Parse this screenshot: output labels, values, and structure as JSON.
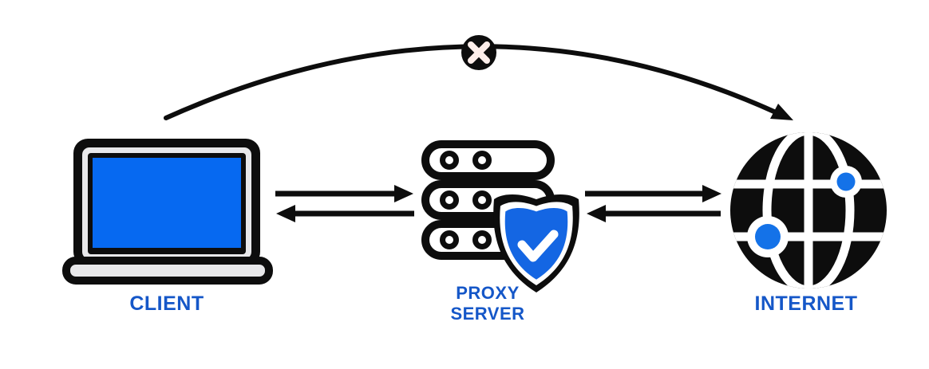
{
  "labels": {
    "client": "CLIENT",
    "proxy_line1": "PROXY",
    "proxy_line2": "SERVER",
    "internet": "INTERNET"
  },
  "icons": {
    "client": "laptop-icon",
    "proxy": "server-stack-icon",
    "proxy_badge": "shield-check-icon",
    "internet": "globe-icon",
    "blocked": "blocked-x-icon"
  },
  "connections": [
    {
      "from": "client",
      "to": "proxy server",
      "arrows": "bidirectional",
      "style": "straight-double-arrow"
    },
    {
      "from": "proxy server",
      "to": "internet",
      "arrows": "bidirectional",
      "style": "straight-double-arrow"
    },
    {
      "from": "client",
      "to": "internet",
      "arrows": "one-way",
      "style": "curved-arc",
      "status": "blocked",
      "marker": "x-in-circle"
    }
  ],
  "colors": {
    "outline": "#0d0d0d",
    "screen_blue": "#0669f1",
    "shield_blue": "#1466e3",
    "node_blue": "#1472e8",
    "label_blue": "#1557c8",
    "device_gray": "#e8e8ea",
    "x_glyph": "#fdeeea",
    "background": "#ffffff"
  }
}
